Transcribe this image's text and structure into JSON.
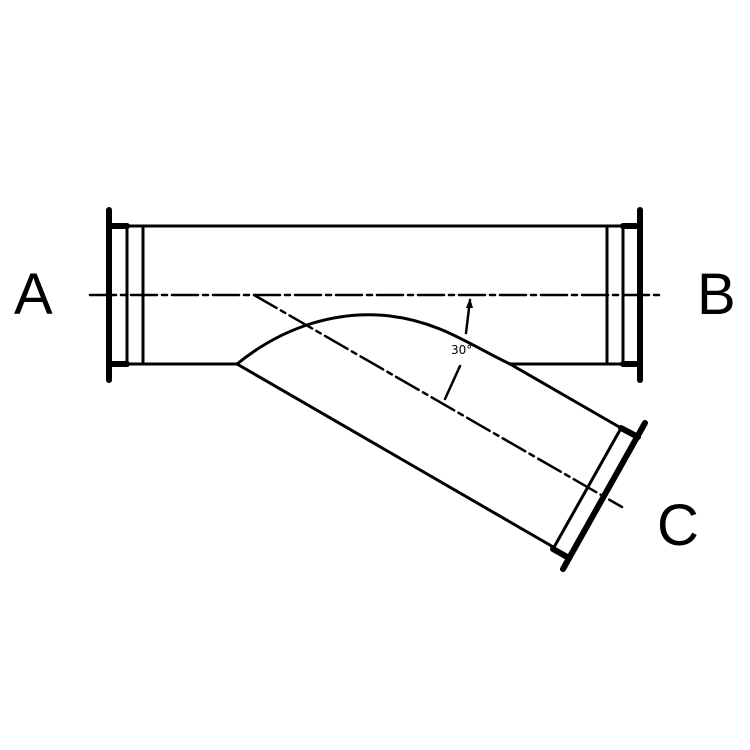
{
  "diagram": {
    "type": "pipe-lateral-tee",
    "description": "Lateral (Y) pipe fitting with flanged ends",
    "ports": [
      {
        "id": "A",
        "label": "A",
        "position": "left"
      },
      {
        "id": "B",
        "label": "B",
        "position": "right"
      },
      {
        "id": "C",
        "label": "C",
        "position": "lower-right branch"
      }
    ],
    "angle": {
      "value": "30°",
      "description": "Branch angle between main centerline and branch centerline"
    },
    "colors": {
      "line": "#000000",
      "background": "#ffffff"
    }
  }
}
